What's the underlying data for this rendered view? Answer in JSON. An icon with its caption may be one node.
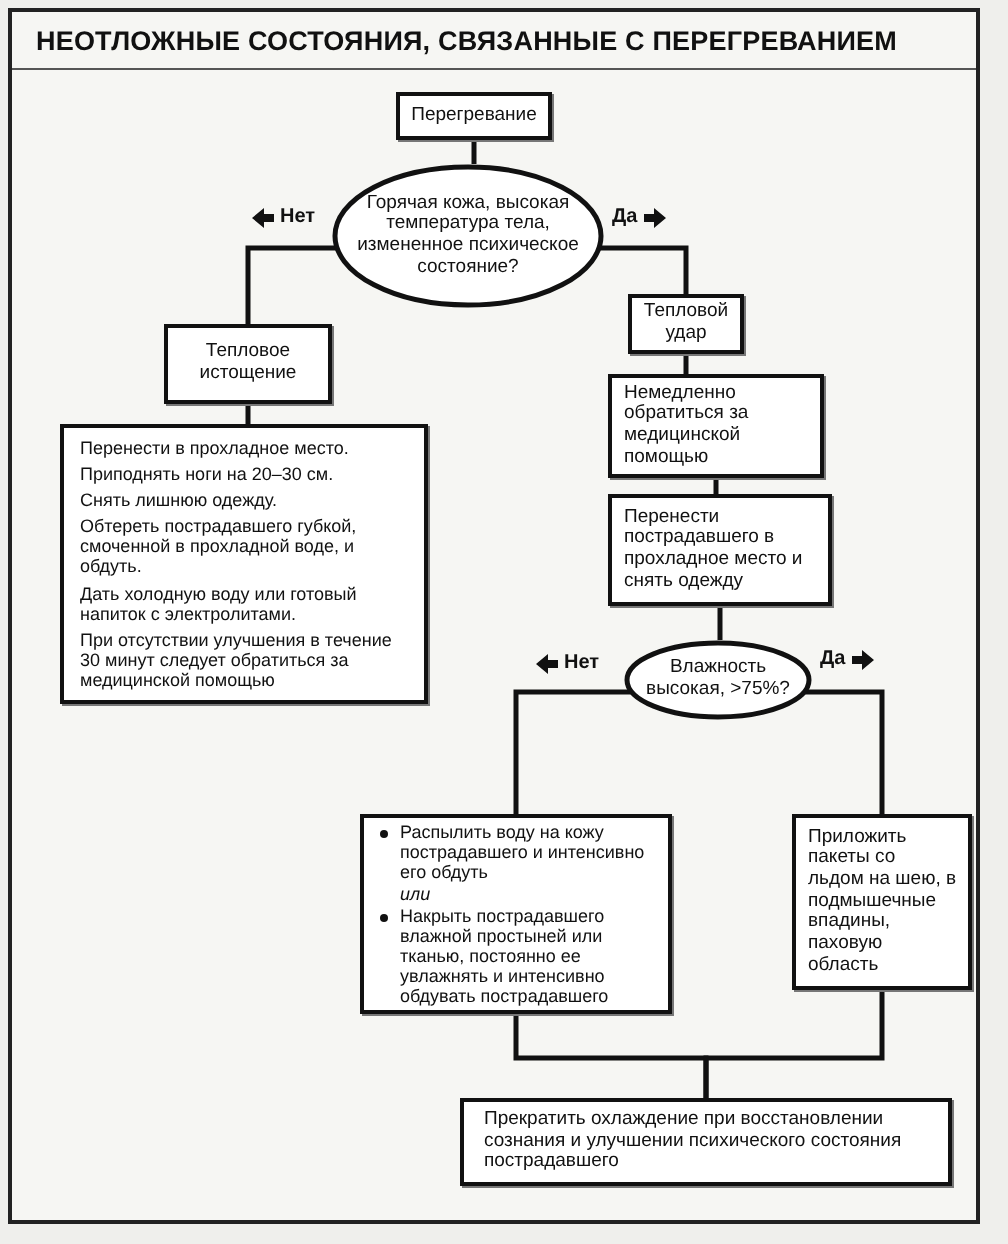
{
  "diagram": {
    "title": "НЕОТЛОЖНЫЕ СОСТОЯНИЯ, СВЯЗАННЫЕ С ПЕРЕГРЕВАНИЕМ",
    "nodes": [
      {
        "text": [
          "Перегревание"
        ]
      },
      {
        "text": [
          "Горячая кожа, высокая температура тела, измененное психическое состояние?"
        ]
      },
      {
        "text": [
          "Тепловое истощение"
        ]
      },
      {
        "text": [
          "Перенести в прохладное место.",
          "Приподнять ноги на 20–30 см.",
          "Снять лишнюю одежду.",
          "Обтереть пострадавшего губкой, смоченной в прохладной воде, и обдуть.",
          "Дать холодную воду или готовый напиток с электролитами.",
          "При отсутствии улучшения в течение 30 минут следует обратиться за медицинской помощью"
        ]
      },
      {
        "text": [
          "Тепловой удар"
        ]
      },
      {
        "text": [
          "Немедленно обратиться за медицинской помощью"
        ]
      },
      {
        "text": [
          "Перенести пострадавшего в прохладное место и снять одежду"
        ]
      },
      {
        "text": [
          "Влажность высокая, >75%?"
        ]
      },
      {
        "text": [
          "Распылить воду на кожу пострадавшего и интенсивно его обдуть",
          "или",
          "Накрыть пострадавшего влажной простыней или тканью, постоянно ее увлажнять и интенсивно обдувать пострадавшего"
        ]
      },
      {
        "text": [
          "Приложить пакеты со льдом на шею, в подмышечные впадины, паховую область"
        ]
      },
      {
        "text": [
          "Прекратить охлаждение при восстановлении сознания и улучшении психического состояния пострадавшего"
        ]
      }
    ],
    "edges": [
      {
        "from": 0,
        "to": 1,
        "arrow": "none"
      },
      {
        "from": 1,
        "to": 2,
        "arrow": "none",
        "label": "Нет"
      },
      {
        "from": 1,
        "to": 4,
        "arrow": "none",
        "label": "Да"
      },
      {
        "from": 2,
        "to": 3,
        "arrow": "none"
      },
      {
        "from": 4,
        "to": 5,
        "arrow": "none"
      },
      {
        "from": 5,
        "to": 6,
        "arrow": "none"
      },
      {
        "from": 6,
        "to": 7,
        "arrow": "none"
      },
      {
        "from": 7,
        "to": 8,
        "arrow": "none",
        "label": "Нет"
      },
      {
        "from": 7,
        "to": 9,
        "arrow": "none",
        "label": "Да"
      },
      {
        "from": 8,
        "to": 10,
        "arrow": "none"
      },
      {
        "from": 9,
        "to": 10,
        "arrow": "none"
      }
    ]
  }
}
